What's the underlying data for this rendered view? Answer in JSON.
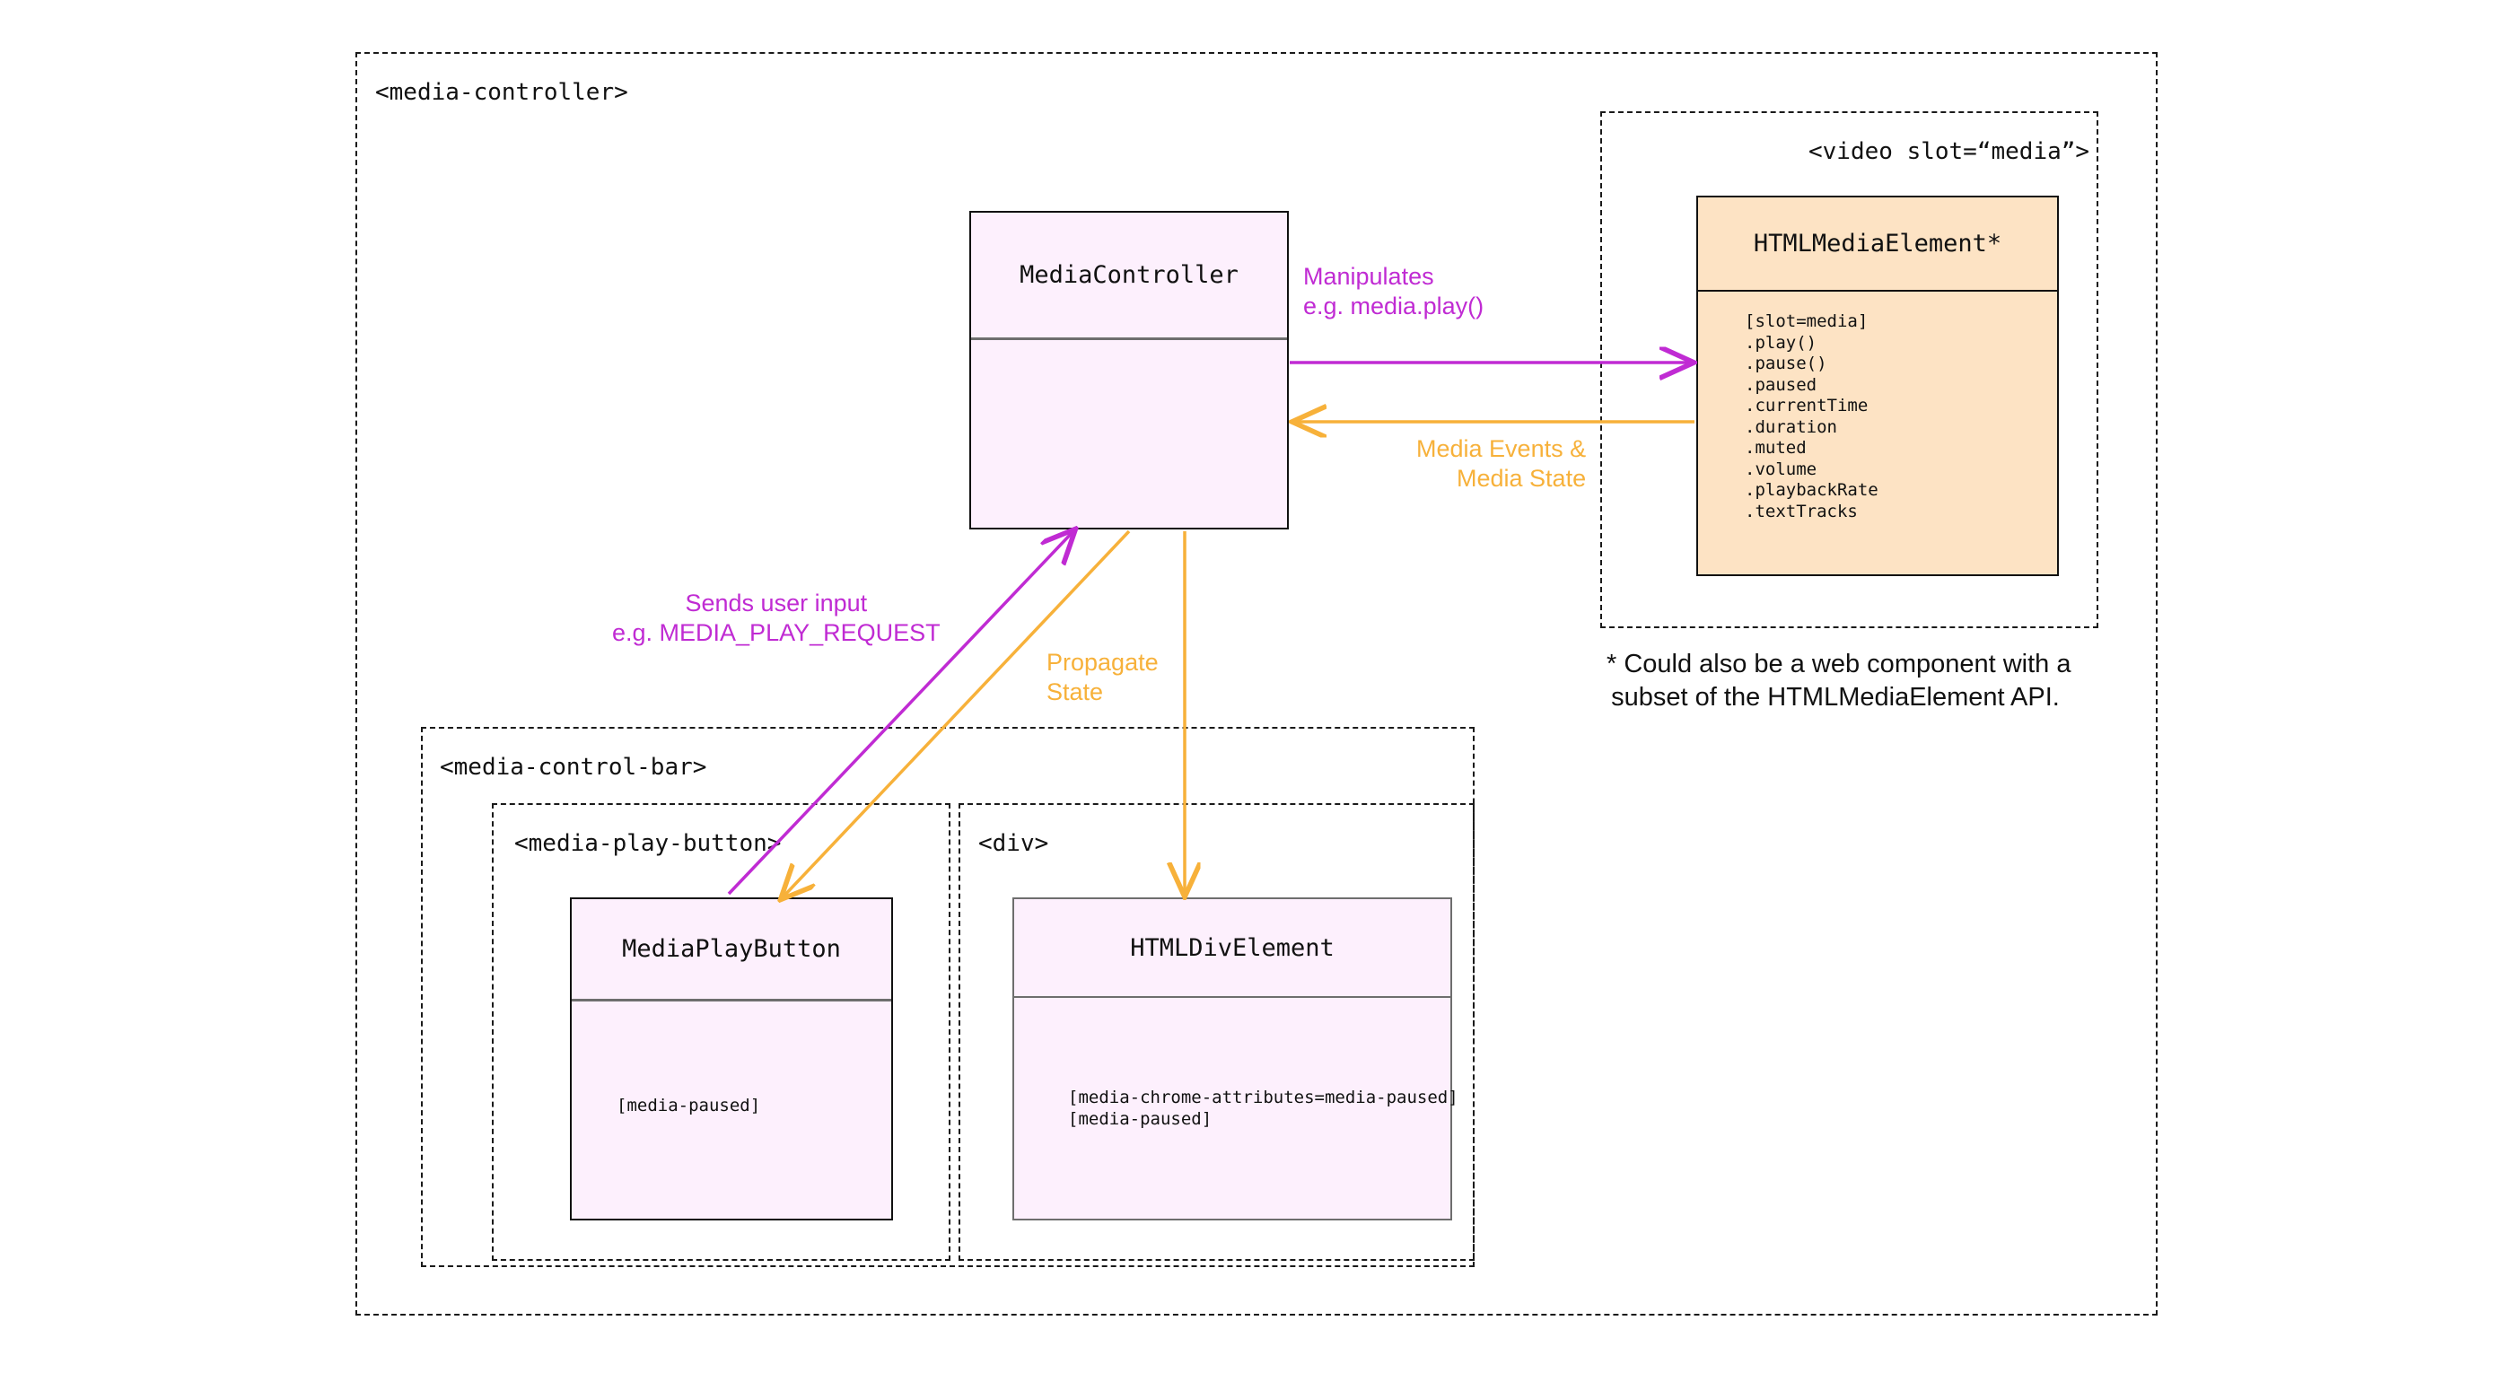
{
  "diagram": {
    "title": "Media Chrome architecture diagram",
    "colors": {
      "purple": "#c02bd3",
      "orange": "#f7b13a",
      "pink_fill": "#fdf0fd",
      "orange_fill": "#fde3c4",
      "black": "#111111",
      "gray": "#6e6e6e"
    }
  },
  "containers": {
    "media_controller": {
      "label": "<media-controller>"
    },
    "video_slot": {
      "label": "<video slot=“media”>"
    },
    "media_control_bar": {
      "label": "<media-control-bar>"
    },
    "media_play_button": {
      "label": "<media-play-button>"
    },
    "div": {
      "label": "<div>"
    }
  },
  "boxes": {
    "media_controller": {
      "title": "MediaController",
      "body": ""
    },
    "html_media_element": {
      "title": "HTMLMediaElement*",
      "body": "[slot=media]\n.play()\n.pause()\n.paused\n.currentTime\n.duration\n.muted\n.volume\n.playbackRate\n.textTracks",
      "members": [
        "[slot=media]",
        ".play()",
        ".pause()",
        ".paused",
        ".currentTime",
        ".duration",
        ".muted",
        ".volume",
        ".playbackRate",
        ".textTracks"
      ]
    },
    "media_play_button": {
      "title": "MediaPlayButton",
      "body": "[media-paused]",
      "members": [
        "[media-paused]"
      ]
    },
    "html_div_element": {
      "title": "HTMLDivElement",
      "body": "[media-chrome-attributes=media-paused]\n[media-paused]",
      "members": [
        "[media-chrome-attributes=media-paused]",
        "[media-paused]"
      ]
    }
  },
  "edges": {
    "manipulates": {
      "label": "Manipulates\ne.g. media.play()",
      "color": "#c02bd3"
    },
    "media_events": {
      "label": "Media Events &\nMedia State",
      "color": "#f7b13a"
    },
    "sends_user_input": {
      "label": "Sends user input\ne.g. MEDIA_PLAY_REQUEST",
      "color": "#c02bd3"
    },
    "propagate_state": {
      "label": "Propagate\nState",
      "color": "#f7b13a"
    }
  },
  "footnote": {
    "text": "* Could also be a web component with a\nsubset of the HTMLMediaElement API."
  }
}
